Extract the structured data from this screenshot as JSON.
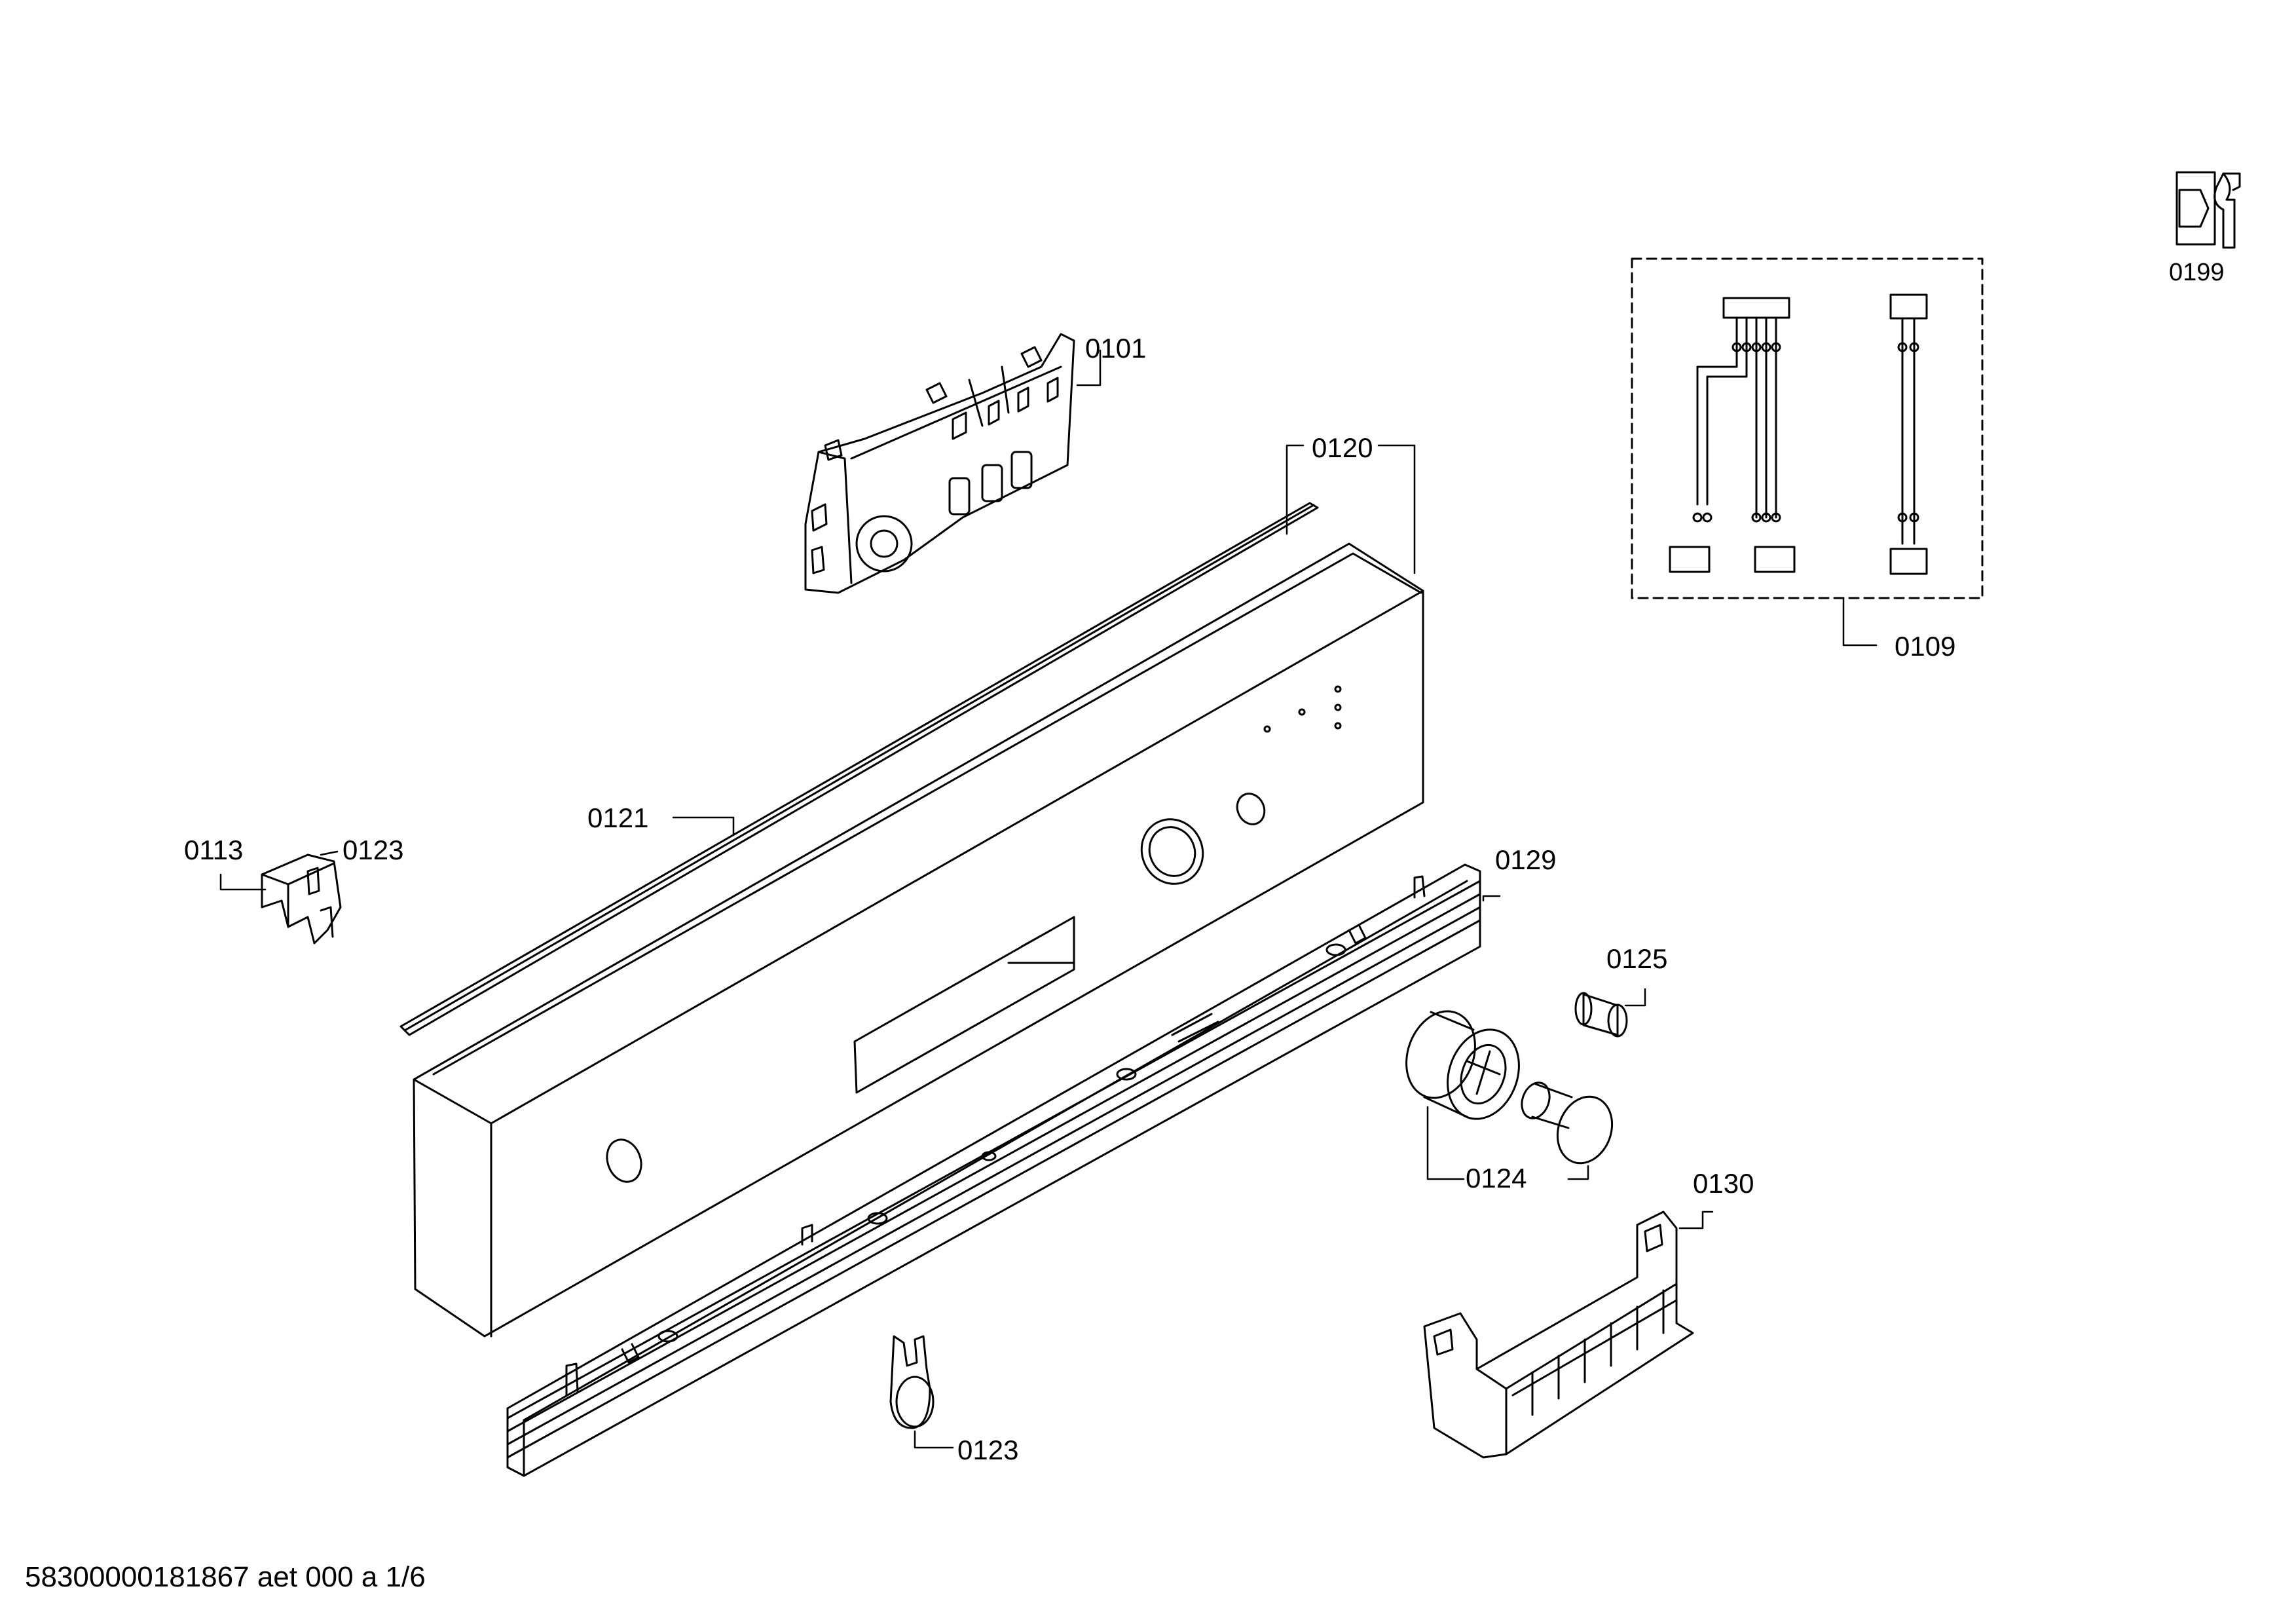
{
  "labels": {
    "l0101": "0101",
    "l0120": "0120",
    "l0109": "0109",
    "l0199": "0199",
    "l0121": "0121",
    "l0113": "0113",
    "l0123a": "0123",
    "l0129": "0129",
    "l0125": "0125",
    "l0124": "0124",
    "l0130": "0130",
    "l0123b": "0123"
  },
  "footer": "58300000181867 aet 000 a 1/6",
  "icons": {
    "service": "wrench-nut-icon"
  }
}
